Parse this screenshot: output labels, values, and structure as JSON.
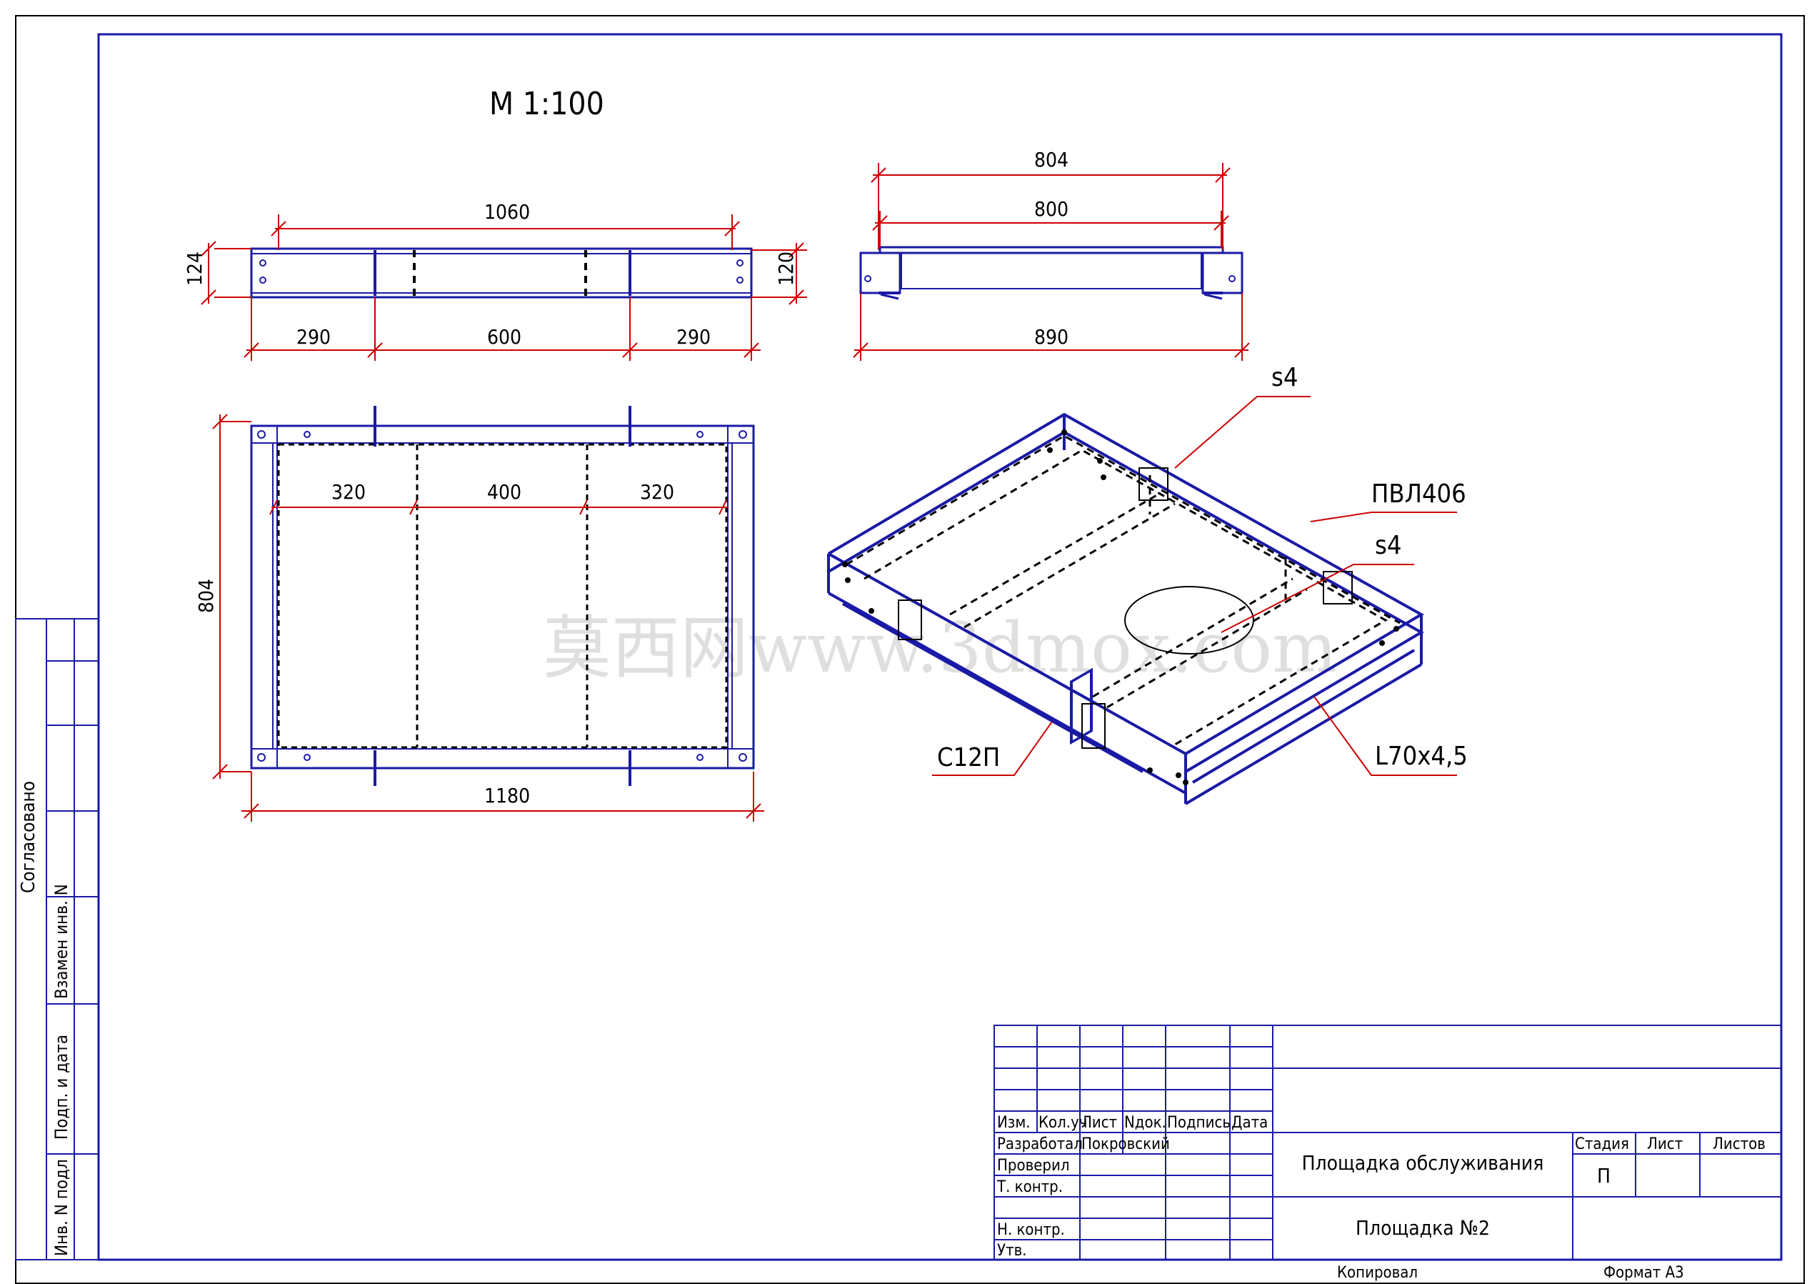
{
  "scale": "М 1:100",
  "watermark": "莫西网www.3dmox.com",
  "side_view": {
    "width": "1060",
    "height_left": "124",
    "height_right": "120",
    "seg_left": "290",
    "seg_mid": "600",
    "seg_right": "290"
  },
  "end_view": {
    "top_outer": "804",
    "top_inner": "800",
    "bottom": "890"
  },
  "plan_view": {
    "seg_left": "320",
    "seg_mid": "400",
    "seg_right": "320",
    "height": "804",
    "width": "1180"
  },
  "callouts": {
    "s4_top": "s4",
    "pvl": "ПВЛ406",
    "s4_mid": "s4",
    "channel": "С12П",
    "angle": "L70x4,5"
  },
  "side_stamp": {
    "agreed": "Согласовано",
    "inv_replace": "Взамен инв. N",
    "sign_date": "Подп. и дата",
    "inv_orig": "Инв. N подл"
  },
  "title_block": {
    "headers": {
      "change": "Изм.",
      "count": "Кол.уч",
      "sheet": "Лист",
      "doc": "Nдок.",
      "sign": "Подпись",
      "date": "Дата"
    },
    "roles": {
      "developed": "Разработал",
      "checked": "Проверил",
      "tcontrol": "Т. контр.",
      "ncontrol": "Н. контр.",
      "approved": "Утв."
    },
    "developer_name": "Покровский",
    "title": "Площадка обслуживания",
    "subtitle": "Площадка №2",
    "stage_label": "Стадия",
    "stage_value": "П",
    "sheet_label": "Лист",
    "sheets_label": "Листов",
    "copied": "Копировал",
    "format": "Формат А3"
  },
  "colors": {
    "frame": "#1a1aa6",
    "dimension": "#cc0000",
    "line": "#000000"
  }
}
